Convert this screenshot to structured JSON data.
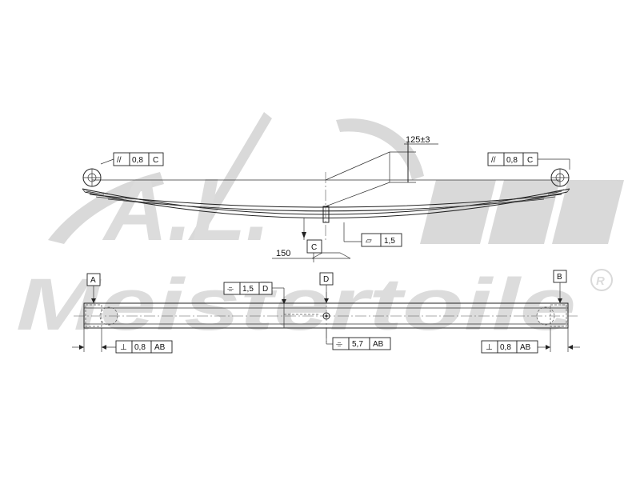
{
  "watermark": {
    "initials": "A.L.",
    "brand": "Meistertoile",
    "registered_mark": "R"
  },
  "side_view": {
    "dim_height": "125±3",
    "dim_offset": "150",
    "parallelism_left": {
      "symbol": "//",
      "value": "0,8",
      "datum": "C"
    },
    "parallelism_right": {
      "symbol": "//",
      "value": "0,8",
      "datum": "C"
    },
    "datum_label": "C",
    "flatness": {
      "symbol": "▱",
      "value": "1,5"
    }
  },
  "top_view": {
    "datum_a": "A",
    "datum_b": "B",
    "datum_d": "D",
    "symmetry_top": {
      "symbol": "⌯",
      "value": "1,5",
      "datum": "D"
    },
    "symmetry_bottom": {
      "symbol": "⌯",
      "value": "5,7",
      "datum": "AB"
    },
    "perpendicular_left": {
      "symbol": "⊥",
      "value": "0,8",
      "datum": "AB"
    },
    "perpendicular_right": {
      "symbol": "⊥",
      "value": "0,8",
      "datum": "AB"
    }
  }
}
